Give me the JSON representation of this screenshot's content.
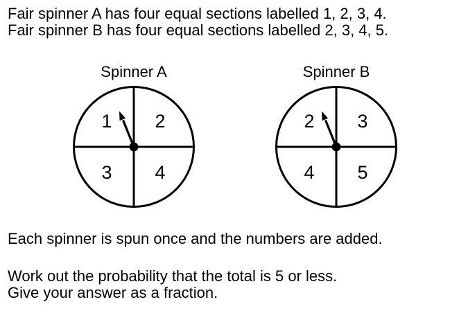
{
  "colors": {
    "background": "#ffffff",
    "ink": "#000000"
  },
  "intro": {
    "line1": "Fair spinner A has four equal sections labelled 1, 2, 3, 4.",
    "line2": "Fair spinner B has four equal sections labelled 2, 3, 4, 5."
  },
  "figure": {
    "spinners": [
      {
        "title": "Spinner A",
        "sections": {
          "top_left": "1",
          "top_right": "2",
          "bottom_left": "3",
          "bottom_right": "4"
        }
      },
      {
        "title": "Spinner B",
        "sections": {
          "top_left": "2",
          "top_right": "3",
          "bottom_left": "4",
          "bottom_right": "5"
        }
      }
    ]
  },
  "body": {
    "line1": "Each spinner is spun once and the numbers are added.",
    "line2": "Work out the probability that the total is 5 or less.",
    "line3": "Give your answer as a fraction."
  }
}
